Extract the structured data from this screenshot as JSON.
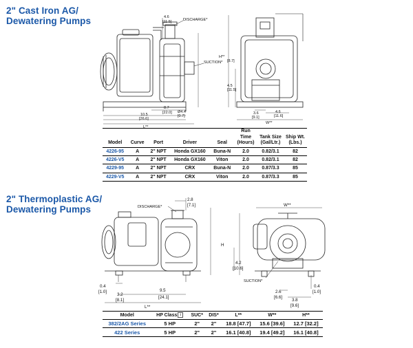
{
  "section1": {
    "title_line1": "2\" Cast Iron AG/",
    "title_line2": "Dewatering Pumps",
    "callouts": {
      "discharge": "DISCHARGE*",
      "suction": "SUCTION*"
    },
    "dims": {
      "d1": "4.6",
      "d1b": "[11.5]",
      "d2": "8.7",
      "d2b": "[22.0]",
      "d3": "10.5",
      "d3b": "[26.6]",
      "d4": "Ø4.4",
      "d4b": "[0.7]",
      "d5": "L**",
      "d6": "H**",
      "d6b": "[8.7]",
      "d7": "4.5",
      "d7b": "[11.5]",
      "d8": "3.6",
      "d8b": "[9.1]",
      "d9": "4.6",
      "d9b": "[11.6]",
      "d10": "W**"
    },
    "table": {
      "headers": [
        "Model",
        "Curve",
        "Port",
        "Driver",
        "Seal",
        "Run Time (Hours)",
        "Tank Size (Gal/Ltr.)",
        "Ship Wt. (Lbs.)"
      ],
      "rows": [
        [
          "4226-95",
          "A",
          "2\" NPT",
          "Honda GX160",
          "Buna-N",
          "2.0",
          "0.82/3.1",
          "82"
        ],
        [
          "4226-V5",
          "A",
          "2\" NPT",
          "Honda GX160",
          "Viton",
          "2.0",
          "0.82/3.1",
          "82"
        ],
        [
          "4229-95",
          "A",
          "2\" NPT",
          "CRX",
          "Buna-N",
          "2.0",
          "0.87/3.3",
          "85"
        ],
        [
          "4229-V5",
          "A",
          "2\" NPT",
          "CRX",
          "Viton",
          "2.0",
          "0.87/3.3",
          "85"
        ]
      ]
    }
  },
  "section2": {
    "title_line1": "2\" Thermoplastic AG/",
    "title_line2": "Dewatering Pumps",
    "callouts": {
      "discharge": "DISCHARGE*",
      "suction": "SUCTION*"
    },
    "dims": {
      "a": "2.8",
      "ab": "[7.1]",
      "h": "H",
      "b": "4.2",
      "bb": "[10.6]",
      "c": "0.4",
      "cb": "[1.0]",
      "d": "3.2",
      "db": "[8.1]",
      "e": "9.5",
      "eb": "[24.1]",
      "l": "L**",
      "w": "W**",
      "f": "2.6",
      "fb": "[6.6]",
      "g": "3.8",
      "gb": "[9.6]",
      "i": "0.4",
      "ib": "[1.0]"
    },
    "table": {
      "headers": [
        "Model",
        "HP Class",
        "SUC*",
        "DIS*",
        "L**",
        "W**",
        "H**"
      ],
      "hp_icon": "info",
      "rows": [
        [
          "382/2AG Series",
          "5 HP",
          "2\"",
          "2\"",
          "18.8 [47.7]",
          "15.6 [39.6]",
          "12.7 [32.2]"
        ],
        [
          "422 Series",
          "5 HP",
          "2\"",
          "2\"",
          "16.1 [40.8]",
          "19.4 [49.2]",
          "16.1 [40.8]"
        ]
      ]
    }
  },
  "colors": {
    "heading_blue": "#1b58a8",
    "model_blue": "#1b58a8"
  }
}
